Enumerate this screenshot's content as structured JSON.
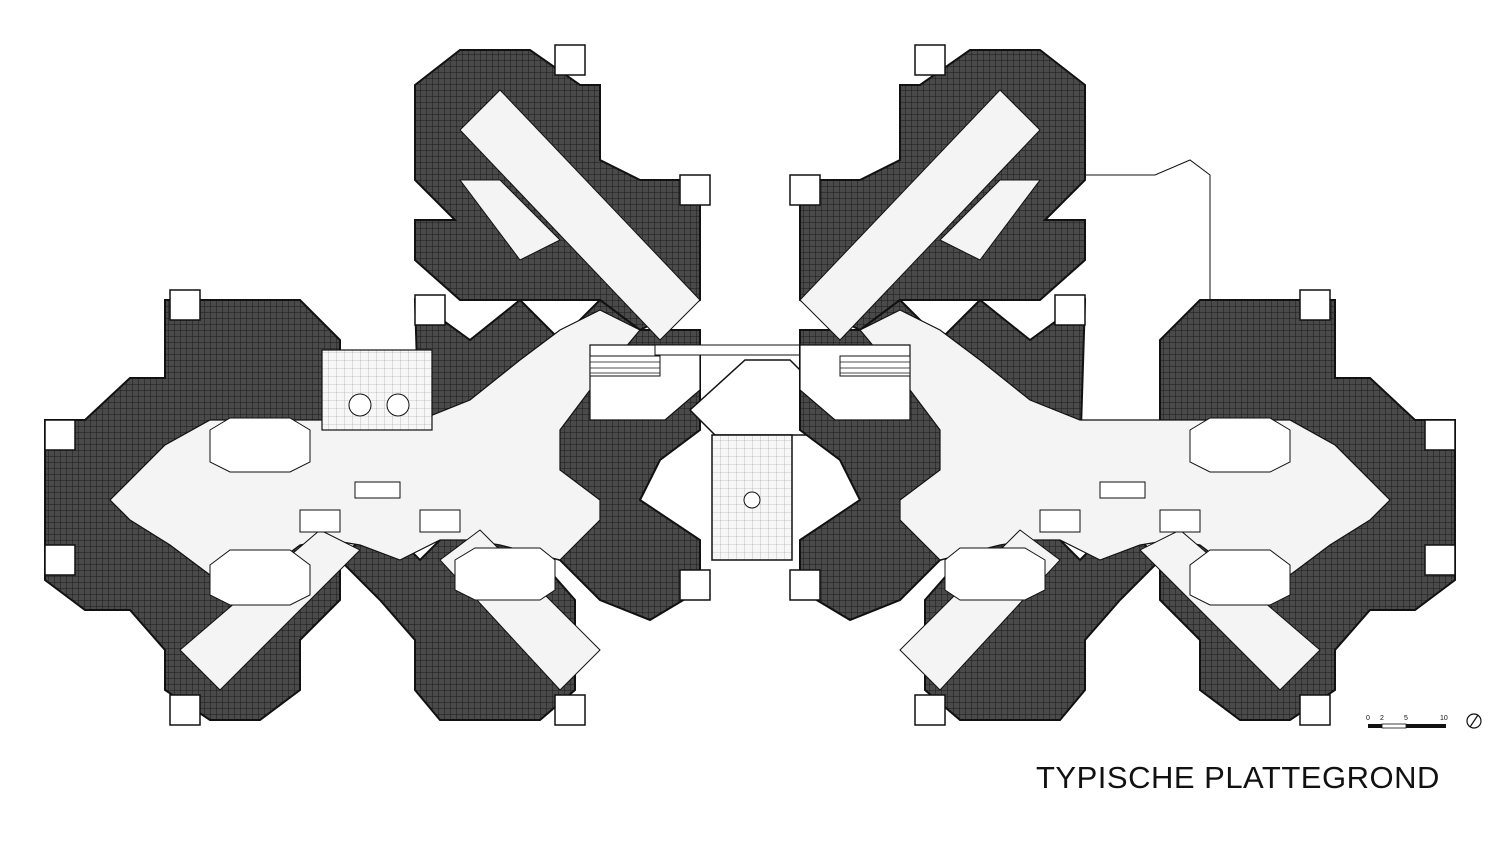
{
  "drawing": {
    "title": "TYPISCHE PLATTEGROND",
    "scale_labels": [
      "0",
      "2",
      "5",
      "10"
    ],
    "north_arrow_icon": "north-arrow-icon",
    "colors": {
      "wall": "#111111",
      "floor_hatch": "#3a3a3a",
      "corridor": "#f2f2f2",
      "background": "#ffffff"
    }
  }
}
